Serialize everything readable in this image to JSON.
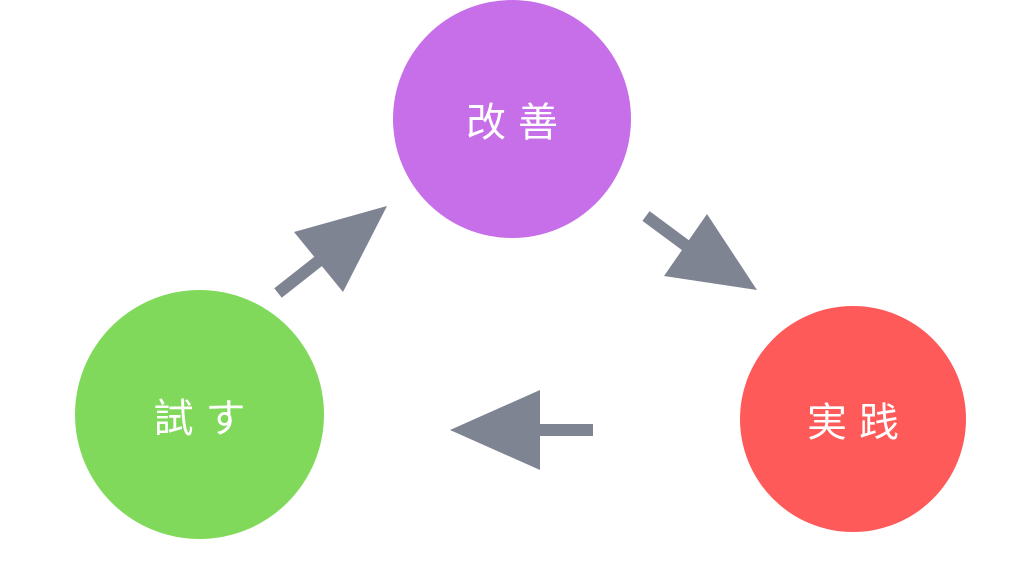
{
  "nodes": {
    "top": {
      "label": "改善",
      "color": "#c76ee9"
    },
    "right": {
      "label": "実践",
      "color": "#ff5a5a"
    },
    "left": {
      "label": "試す",
      "color": "#80d95a"
    }
  },
  "arrow_color": "#7f8493"
}
